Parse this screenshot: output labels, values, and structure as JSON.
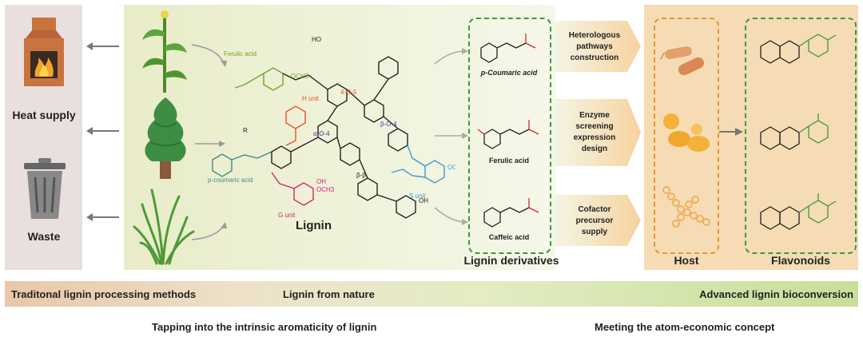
{
  "left_panel": {
    "items": [
      {
        "label": "Heat supply",
        "icon": "furnace-icon"
      },
      {
        "label": "Waste",
        "icon": "trash-can-icon"
      }
    ]
  },
  "nature_panel": {
    "title": "Lignin",
    "structure_labels": {
      "ferulic": "Ferulic acid",
      "pcoumaric": "p-coumaric acid",
      "h_unit": "H unit",
      "g_unit": "G unit",
      "s_unit": "S unit",
      "alpha_o4": "α-O-4",
      "beta_o4": "β-O-4",
      "o5": "4-O-5",
      "bb": "β-β",
      "oh": "OH",
      "ho": "HO",
      "och3": "OCH3",
      "o": "O",
      "r": "R"
    }
  },
  "derivatives_panel": {
    "title": "Lignin derivatives",
    "compounds": [
      {
        "name": "p-Coumaric acid"
      },
      {
        "name": "Ferulic acid"
      },
      {
        "name": "Caffeic acid"
      }
    ]
  },
  "strategies": [
    {
      "lines": [
        "Heterologous",
        "pathways",
        "construction"
      ]
    },
    {
      "lines": [
        "Enzyme",
        "screening",
        "expression",
        "design"
      ]
    },
    {
      "lines": [
        "Cofactor",
        "precursor",
        "supply"
      ]
    }
  ],
  "host_panel": {
    "title": "Host"
  },
  "flavonoid_panel": {
    "title": "Flavonoids"
  },
  "bottom_bar": {
    "left": "Traditonal lignin processing methods",
    "middle": "Lignin from nature",
    "right": "Advanced lignin bioconversion"
  },
  "captions": {
    "left": "Tapping into the intrinsic aromaticity of lignin",
    "right": "Meeting the atom-economic concept"
  },
  "colors": {
    "left_bg": "#e9dfdd",
    "nature_bg": "#eef1d6",
    "right_bg": "#f5dcb5",
    "green_accent": "#3a9a3a",
    "orange_accent": "#e8952e",
    "ferulic_color": "#6aa52b",
    "h_unit_color": "#e5532a",
    "g_unit_color": "#d4237a",
    "s_unit_color": "#3a9ad9",
    "linkage_color": "#5a2ca0"
  }
}
